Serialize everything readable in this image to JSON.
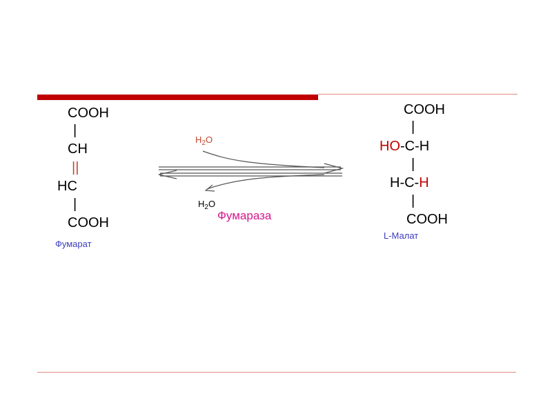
{
  "colors": {
    "accent_red": "#c00000",
    "rule_thin": "#e08a80",
    "caption_blue": "#3d3dbb",
    "enzyme_magenta": "#d6178c",
    "water_top": "#c0462c",
    "ink": "#000000",
    "arrow": "#555555"
  },
  "fumarate": {
    "top": "COOH",
    "bar1": "|",
    "ch": "CH",
    "double_bond": "||",
    "hc": "HC",
    "bar2": "|",
    "bottom": "COOH",
    "caption": "Фумарат"
  },
  "malate": {
    "top": "COOH",
    "bar1": "|",
    "row2_ho": "HO",
    "row2_rest": "-C-H",
    "bar2": "|",
    "row3_left": "H-C-",
    "row3_h": "H",
    "bar3": "|",
    "bottom": "COOH",
    "caption": "L-Малат"
  },
  "reaction": {
    "water_in_main": "H",
    "water_in_sub": "2",
    "water_in_end": "O",
    "water_out_main": "H",
    "water_out_sub": "2",
    "water_out_end": "O",
    "enzyme": "Фумараза"
  }
}
